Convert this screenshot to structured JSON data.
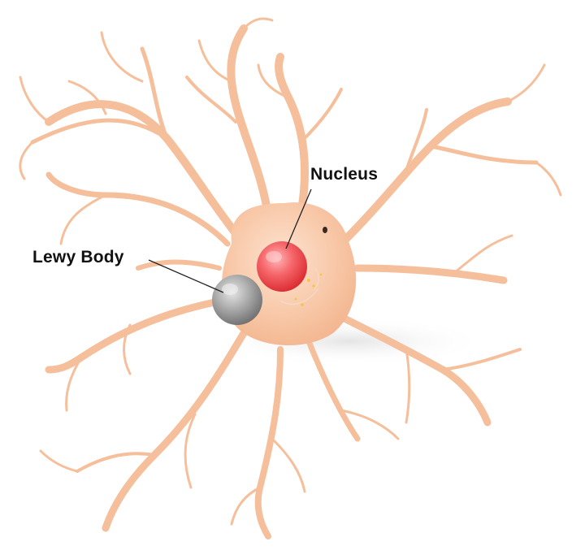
{
  "labels": {
    "nucleus": "Nucleus",
    "lewy_body": "Lewy Body"
  },
  "colors": {
    "background": "#ffffff",
    "cell_body": "#f7c3a2",
    "cell_body_highlight": "#fde0cc",
    "dendrite": "#f6bf9b",
    "nucleus": "#ef4a4e",
    "nucleus_highlight": "#ffb3b5",
    "lewy_body": "#8e8e8e",
    "lewy_body_highlight": "#d9d9d9",
    "leader_line": "#222222",
    "organelles": "#f2c744"
  },
  "icons": {
    "neuron": "neuron-cell-illustration",
    "nucleus": "nucleus-sphere",
    "lewy_body": "lewy-body-sphere"
  }
}
